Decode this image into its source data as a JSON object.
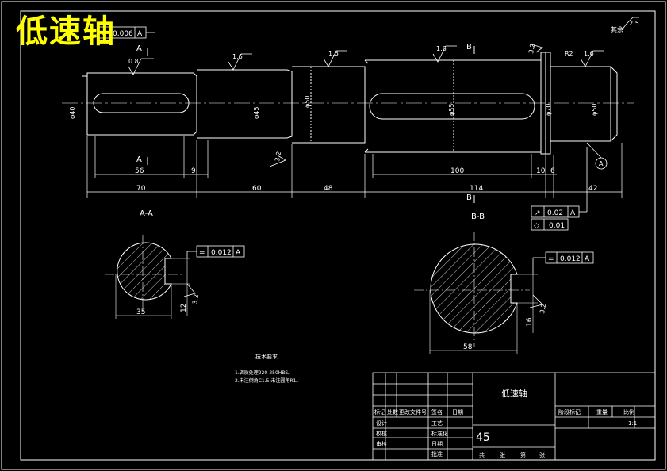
{
  "title": "低速轴",
  "tolerance_frame_top": {
    "symbol": "=",
    "value": "0.006",
    "datum": "A"
  },
  "main_view": {
    "roughness_marks": [
      "0.8",
      "1.6",
      "1.6",
      "1.6",
      "3.2",
      "1.6",
      "3.2"
    ],
    "chamfer_label": "R2",
    "diameters": [
      "φ40",
      "φ45",
      "φ50",
      "φ55",
      "φ70",
      "φ50"
    ],
    "dimensions_lower": [
      "56",
      "9",
      "100",
      "10",
      "6"
    ],
    "dimensions_bottom": [
      "70",
      "60",
      "48",
      "114",
      "42"
    ],
    "section_A": "A",
    "section_B": "B",
    "datum_label": "A",
    "corner_roughness": "12.5",
    "corner_note": "其余"
  },
  "tolerance_boxes_right": [
    {
      "symbol": "↗",
      "value": "0.02",
      "datum": "A"
    },
    {
      "symbol": "◇",
      "value": "0.01",
      "datum": ""
    }
  ],
  "section_aa": {
    "label": "A-A",
    "tolerance": {
      "symbol": "=",
      "value": "0.012",
      "datum": "A"
    },
    "width_dim": "35",
    "keyway_dim": "12",
    "roughness": "3.2"
  },
  "section_bb": {
    "label": "B-B",
    "tolerance": {
      "symbol": "=",
      "value": "0.012",
      "datum": "A"
    },
    "width_dim": "58",
    "keyway_dim": "16",
    "roughness": "3.2"
  },
  "notes": {
    "heading": "技术要求",
    "lines": [
      "1.调质处理220-250HBS。",
      "2.未注倒角C1.5,未注圆角R1。"
    ]
  },
  "title_block": {
    "part_name": "低速轴",
    "material": "45",
    "headers": [
      "标记",
      "处数",
      "更改文件号",
      "签名",
      "日期"
    ],
    "rows": [
      "设计",
      "校核",
      "审核",
      "工艺",
      "批准"
    ],
    "cols_right": [
      "标准化",
      "日期"
    ],
    "stage_label": "阶段标记",
    "weight_label": "重量",
    "scale_label": "比例",
    "scale_value": "1:1",
    "sheet_labels": [
      "共",
      "张",
      "第",
      "张"
    ]
  }
}
